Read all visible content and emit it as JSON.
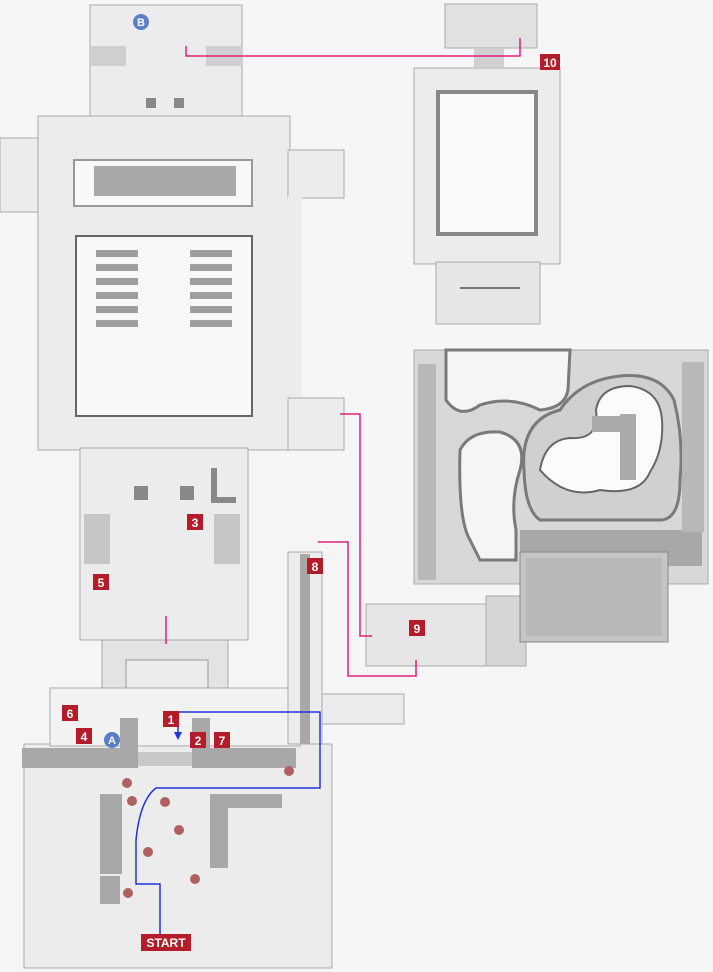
{
  "map": {
    "markers": [
      {
        "id": "1",
        "label": "1",
        "kind": "numbered"
      },
      {
        "id": "2",
        "label": "2",
        "kind": "numbered"
      },
      {
        "id": "3",
        "label": "3",
        "kind": "numbered"
      },
      {
        "id": "4",
        "label": "4",
        "kind": "numbered"
      },
      {
        "id": "5",
        "label": "5",
        "kind": "numbered"
      },
      {
        "id": "6",
        "label": "6",
        "kind": "numbered"
      },
      {
        "id": "7",
        "label": "7",
        "kind": "numbered"
      },
      {
        "id": "8",
        "label": "8",
        "kind": "numbered"
      },
      {
        "id": "9",
        "label": "9",
        "kind": "numbered"
      },
      {
        "id": "10",
        "label": "10",
        "kind": "numbered"
      },
      {
        "id": "start",
        "label": "START",
        "kind": "start"
      },
      {
        "id": "A",
        "label": "A",
        "kind": "waypoint"
      },
      {
        "id": "B",
        "label": "B",
        "kind": "waypoint"
      }
    ],
    "colors": {
      "background": "#f6f6f6",
      "floor": "#ececec",
      "wall": "#a9a9a9",
      "dark_wall": "#8e8e8e",
      "marker": "#b51c2a",
      "waypoint": "#5b7fc7",
      "route": "#2233dd",
      "connector": "#e0207a",
      "enemy": "#b06060"
    }
  }
}
